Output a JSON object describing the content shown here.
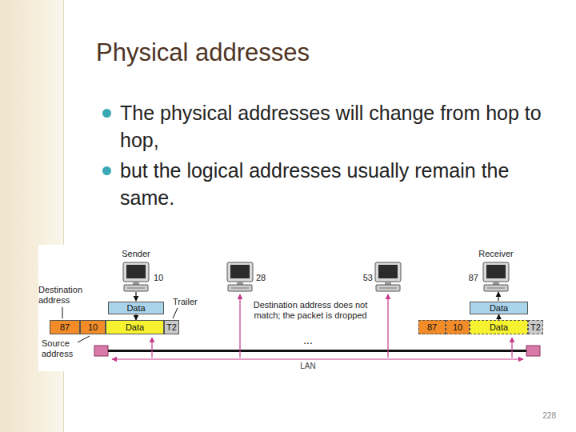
{
  "diagram": {
    "title": "Physical addresses",
    "nodes": [
      {
        "text": [
          "Data"
        ]
      },
      {
        "text": [
          "87"
        ]
      },
      {
        "text": [
          "10"
        ]
      },
      {
        "text": [
          "Data"
        ]
      },
      {
        "text": [
          "T2"
        ]
      },
      {
        "text": [
          "Data"
        ]
      },
      {
        "text": [
          "87"
        ]
      },
      {
        "text": [
          "10"
        ]
      },
      {
        "text": [
          "Data"
        ]
      },
      {
        "text": [
          "T2"
        ]
      }
    ],
    "edges": [
      {
        "from": 0,
        "to": 3,
        "arrow": "to"
      },
      {
        "from": 8,
        "to": 5,
        "arrow": "to"
      }
    ],
    "labels": [
      "The physical addresses will change from hop to hop,",
      "but the logical addresses usually remain the same.",
      "Sender",
      "10",
      "28",
      "53",
      "Receiver",
      "87",
      "Destination address",
      "Trailer",
      "Source address",
      "Destination address does not match; the packet is dropped",
      "...",
      "LAN",
      "228"
    ]
  }
}
